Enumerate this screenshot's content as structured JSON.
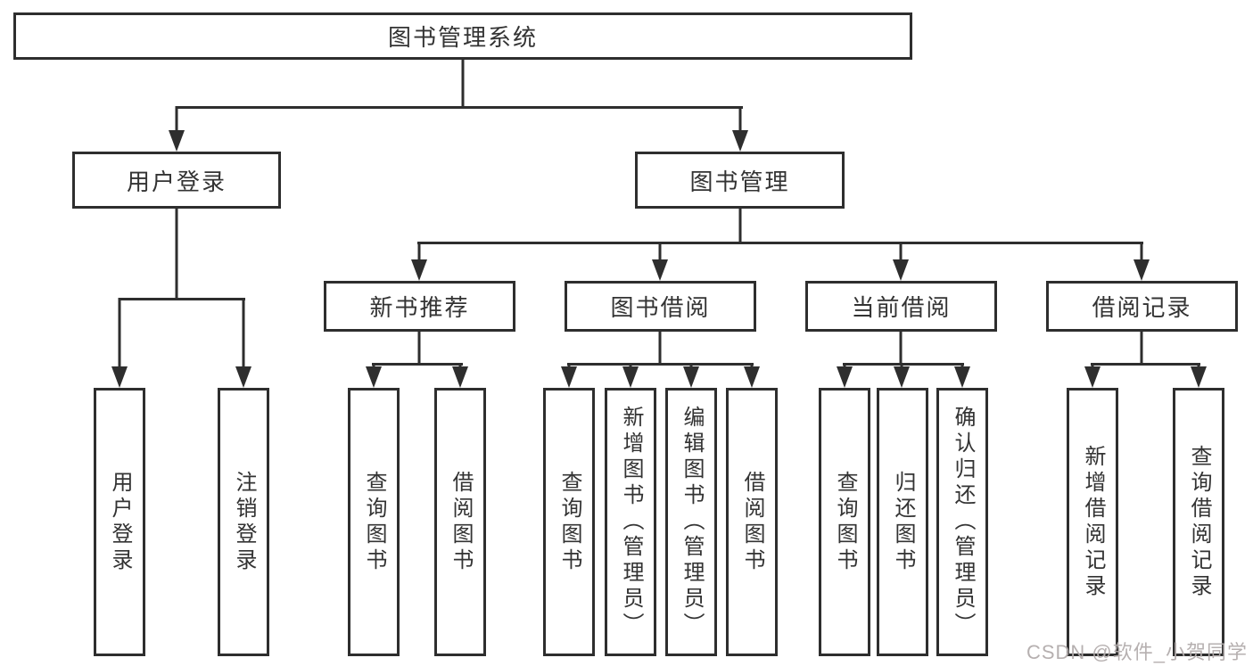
{
  "watermark": "CSDN @软件_小贺同学",
  "colors": {
    "line": "#2e2e2e",
    "box_border": "#2e2e2e",
    "text": "#333333",
    "watermark_text": "#b2acac",
    "background": "#ffffff"
  },
  "tree": {
    "label": "图书管理系统",
    "children": [
      {
        "label": "用户登录",
        "children": [
          {
            "label": "用户登录"
          },
          {
            "label": "注销登录"
          }
        ]
      },
      {
        "label": "图书管理",
        "children": [
          {
            "label": "新书推荐",
            "children": [
              {
                "label": "查询图书"
              },
              {
                "label": "借阅图书"
              }
            ]
          },
          {
            "label": "图书借阅",
            "children": [
              {
                "label": "查询图书"
              },
              {
                "label": "新增图书（管理员）"
              },
              {
                "label": "编辑图书（管理员）"
              },
              {
                "label": "借阅图书"
              }
            ]
          },
          {
            "label": "当前借阅",
            "children": [
              {
                "label": "查询图书"
              },
              {
                "label": "归还图书"
              },
              {
                "label": "确认归还（管理员）"
              }
            ]
          },
          {
            "label": "借阅记录",
            "children": [
              {
                "label": "新增借阅记录"
              },
              {
                "label": "查询借阅记录"
              }
            ]
          }
        ]
      }
    ]
  }
}
